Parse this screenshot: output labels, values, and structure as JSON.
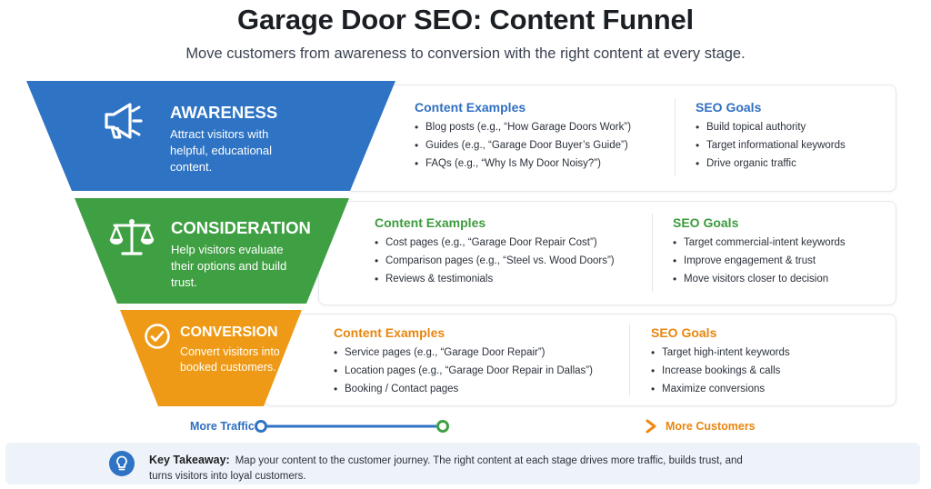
{
  "title": "Garage Door SEO: Content Funnel",
  "subtitle": "Move customers from awareness to conversion with the right content at every stage.",
  "colors": {
    "awareness": "#2e73c4",
    "consideration": "#3fa043",
    "conversion": "#ef9a16"
  },
  "stages": [
    {
      "name": "AWARENESS",
      "icon": "megaphone-icon",
      "description": "Attract visitors with helpful, educational content.",
      "content_heading": "Content Examples",
      "content_items": [
        "Blog posts (e.g., “How Garage Doors Work”)",
        "Guides (e.g., “Garage Door Buyer’s Guide”)",
        "FAQs (e.g., “Why Is My Door Noisy?”)"
      ],
      "goals_heading": "SEO Goals",
      "goals_items": [
        "Build topical authority",
        "Target informational keywords",
        "Drive organic traffic"
      ]
    },
    {
      "name": "CONSIDERATION",
      "icon": "scales-icon",
      "description": "Help visitors evaluate their options and build trust.",
      "content_heading": "Content Examples",
      "content_items": [
        "Cost pages (e.g., “Garage Door Repair Cost”)",
        "Comparison pages (e.g., “Steel vs. Wood Doors”)",
        "Reviews & testimonials"
      ],
      "goals_heading": "SEO Goals",
      "goals_items": [
        "Target commercial-intent keywords",
        "Improve engagement & trust",
        "Move visitors closer to decision"
      ]
    },
    {
      "name": "CONVERSION",
      "icon": "check-circle-icon",
      "description": "Convert visitors into booked customers.",
      "content_heading": "Content Examples",
      "content_items": [
        "Service pages (e.g., “Garage Door Repair”)",
        "Location pages (e.g., “Garage Door Repair in Dallas”)",
        "Booking / Contact pages"
      ],
      "goals_heading": "SEO Goals",
      "goals_items": [
        "Target high-intent keywords",
        "Increase bookings & calls",
        "Maximize conversions"
      ]
    }
  ],
  "traffic": {
    "left_label": "More Traffic",
    "right_label": "More Customers"
  },
  "takeaway": {
    "label": "Key Takeaway:",
    "text": "Map your content to the customer journey. The right content at each stage drives more traffic, builds trust, and turns visitors into loyal customers."
  }
}
